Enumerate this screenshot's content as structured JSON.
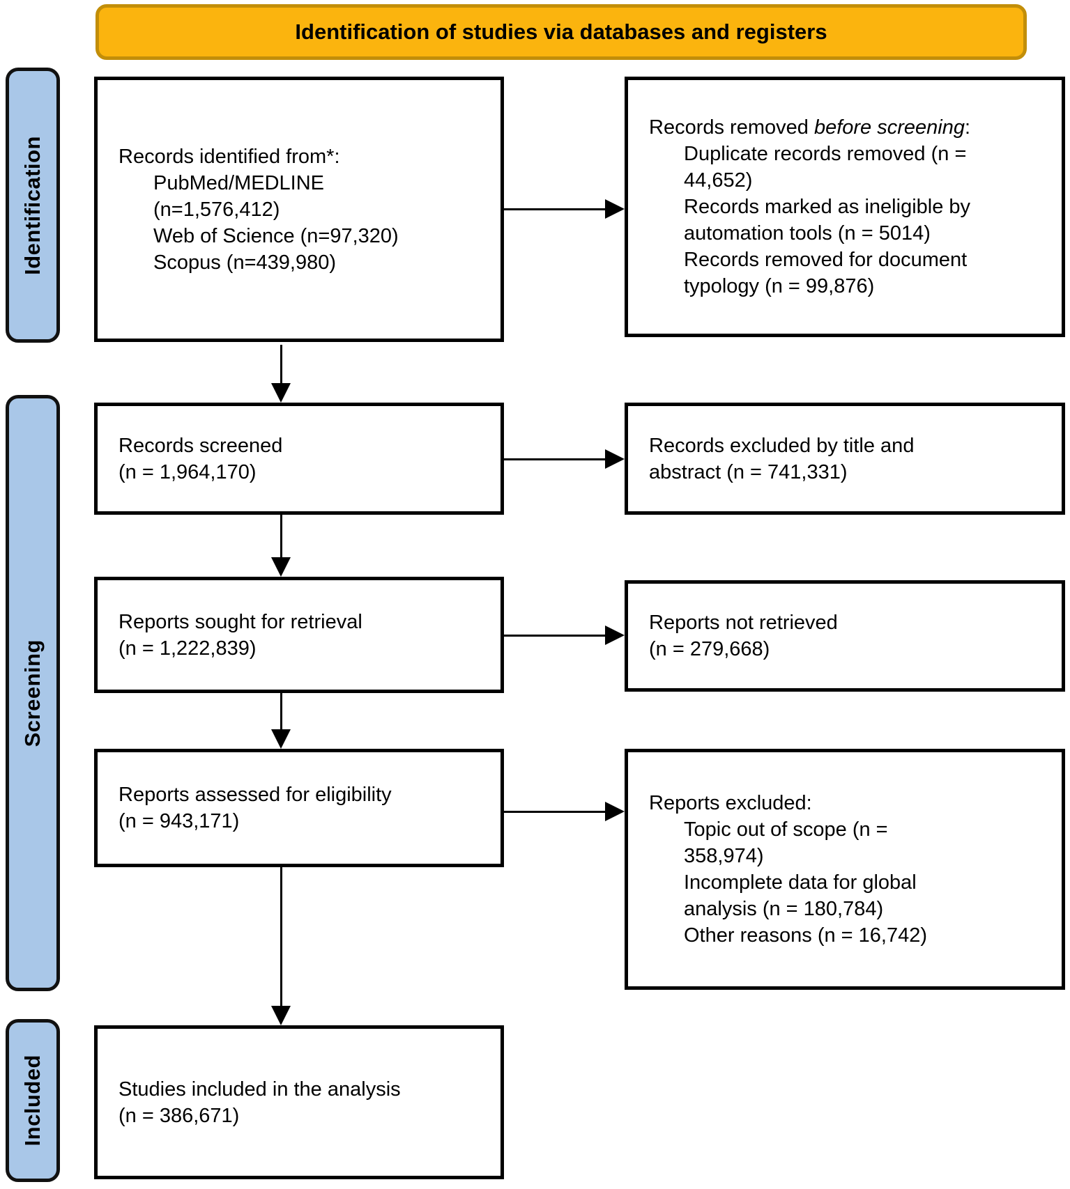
{
  "header": {
    "title": "Identification of studies via databases and registers"
  },
  "sidebar": {
    "identification": "Identification",
    "screening": "Screening",
    "included": "Included"
  },
  "flow": {
    "records_identified": {
      "intro": "Records identified from*:",
      "items": [
        "PubMed/MEDLINE\n(n=1,576,412)",
        "Web of Science (n=97,320)",
        "Scopus (n=439,980)"
      ]
    },
    "records_removed": {
      "intro_prefix": "Records removed ",
      "intro_italic": "before screening",
      "intro_suffix": ":",
      "items": [
        "Duplicate records removed  (n =\n44,652)",
        "Records marked as ineligible by\nautomation tools (n = 5014)",
        "Records removed for document\ntypology (n = 99,876)"
      ]
    },
    "records_screened": "Records screened\n(n = 1,964,170)",
    "records_excluded_title_abstract": "Records excluded by title and\nabstract (n = 741,331)",
    "reports_sought": "Reports sought for retrieval\n(n = 1,222,839)",
    "reports_not_retrieved": "Reports not retrieved\n(n = 279,668)",
    "reports_assessed": "Reports assessed for eligibility\n(n = 943,171)",
    "reports_excluded": {
      "intro": "Reports excluded:",
      "items": [
        "Topic out of scope (n =\n358,974)",
        "Incomplete data for global\nanalysis (n = 180,784)",
        "Other reasons (n = 16,742)"
      ]
    },
    "studies_included": "Studies included in the analysis\n(n = 386,671)"
  },
  "colors": {
    "banner_fill": "#FBB40E",
    "banner_border": "#C28E09",
    "stage_fill": "#A9C7E8",
    "box_border": "#000000",
    "text": "#000000"
  }
}
